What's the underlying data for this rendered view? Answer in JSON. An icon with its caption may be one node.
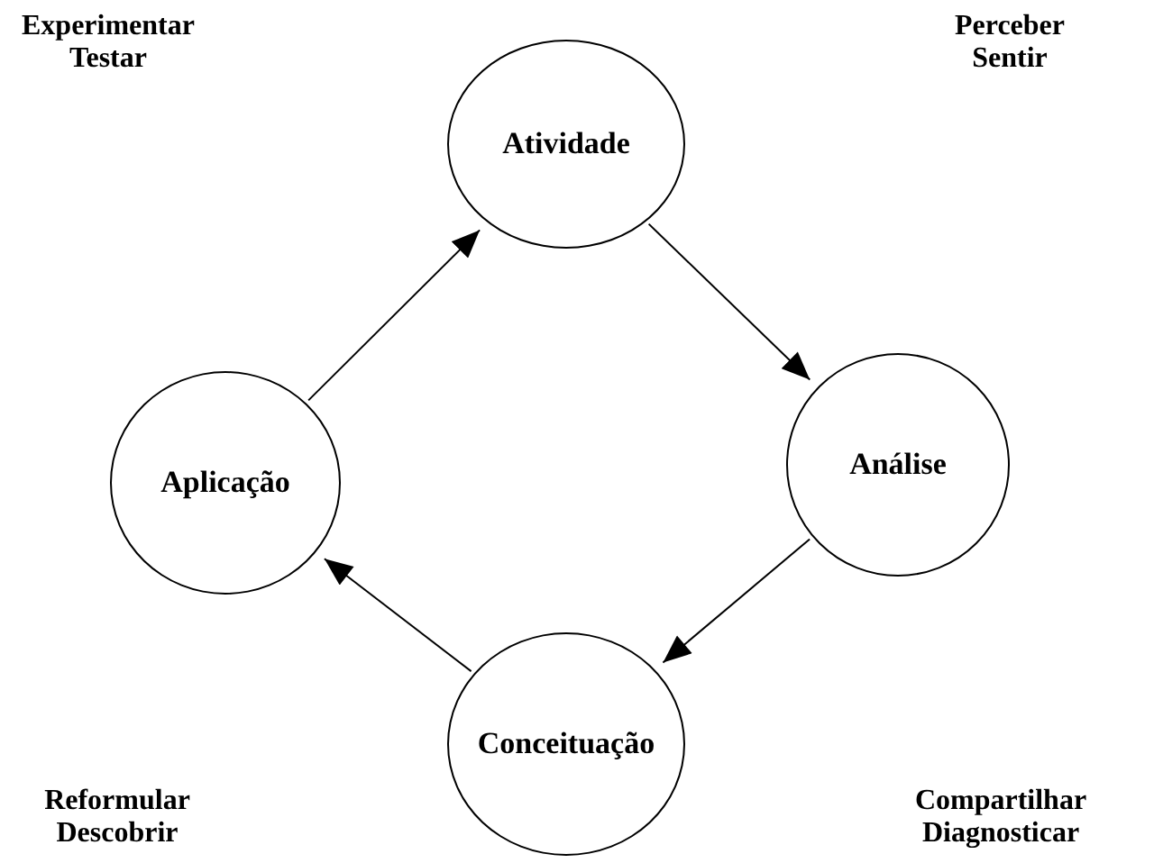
{
  "diagram": {
    "nodes": [
      {
        "text": [
          "Atividade"
        ]
      },
      {
        "text": [
          "Análise"
        ]
      },
      {
        "text": [
          "Conceituação"
        ]
      },
      {
        "text": [
          "Aplicação"
        ]
      }
    ],
    "edges": [
      {
        "from": 0,
        "to": 1,
        "arrow": "to"
      },
      {
        "from": 1,
        "to": 2,
        "arrow": "to"
      },
      {
        "from": 2,
        "to": 3,
        "arrow": "to"
      },
      {
        "from": 3,
        "to": 0,
        "arrow": "to"
      }
    ],
    "labels": [
      "Experimentar",
      "Testar",
      "Perceber",
      "Sentir",
      "Reformular",
      "Descobrir",
      "Compartilhar",
      "Diagnosticar"
    ]
  }
}
